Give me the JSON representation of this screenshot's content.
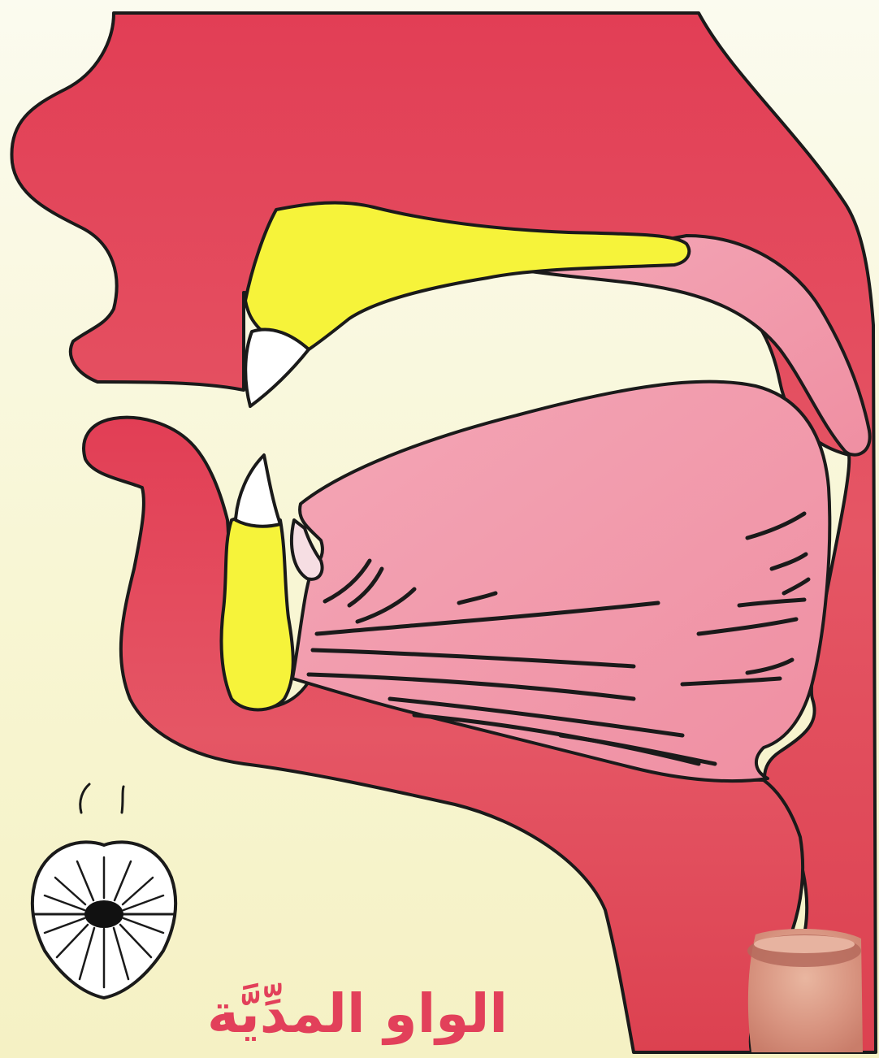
{
  "caption": "الواو المدِّيَّة",
  "colors": {
    "flesh": "#e0485a",
    "tongue": "#f29aac",
    "bone": "#f6f33a",
    "tooth": "#ffffff",
    "background": "#f8f6d4",
    "outline": "#1a1a1a",
    "caption": "#e2405a"
  },
  "figure": {
    "subject": "sagittal-section-of-vocal-tract",
    "inset": "rounded-lips-front-view"
  }
}
